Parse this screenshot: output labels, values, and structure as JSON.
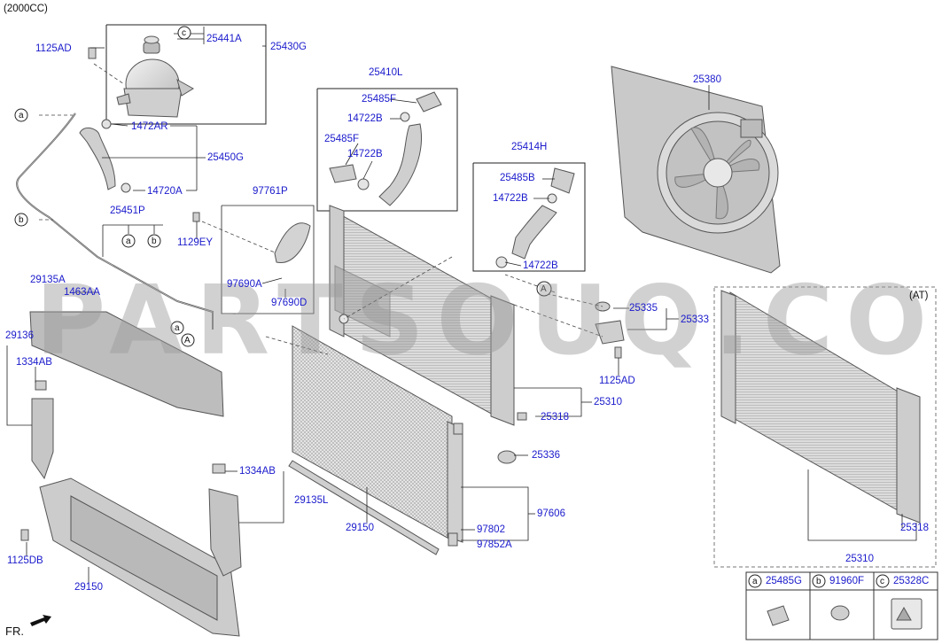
{
  "header": {
    "engine": "(2000CC)",
    "variant": "(AT)"
  },
  "watermark": "PARTSOUQ.COM",
  "footer": {
    "front": "FR."
  },
  "callouts": {
    "a": "a",
    "b": "b",
    "c": "c",
    "A": "A"
  },
  "labels": {
    "p1125AD_top": "1125AD",
    "p25441A": "25441A",
    "p25430G": "25430G",
    "p1472AR": "1472AR",
    "p25450G": "25450G",
    "p14720A": "14720A",
    "p25451P": "25451P",
    "p1129EY": "1129EY",
    "p97761P": "97761P",
    "p97690A": "97690A",
    "p97690D": "97690D",
    "p25410L": "25410L",
    "p25485F_1": "25485F",
    "p14722B_1": "14722B",
    "p25485F_2": "25485F",
    "p14722B_2": "14722B",
    "p25414H": "25414H",
    "p25485B": "25485B",
    "p14722B_3": "14722B",
    "p14722B_4": "14722B",
    "p25380": "25380",
    "p29135A": "29135A",
    "p1463AA": "1463AA",
    "p29136": "29136",
    "p1334AB_1": "1334AB",
    "p25335": "25335",
    "p25333": "25333",
    "p1125AD_mid": "1125AD",
    "p25310_mid": "25310",
    "p25318_mid": "25318",
    "p25336": "25336",
    "p1334AB_2": "1334AB",
    "p29135L": "29135L",
    "p29150_mid": "29150",
    "p97606": "97606",
    "p97802": "97802",
    "p97852A": "97852A",
    "p1125DB": "1125DB",
    "p29150_low": "29150",
    "p25318_right": "25318",
    "p25310_right": "25310"
  },
  "legend": [
    {
      "key": "a",
      "part": "25485G"
    },
    {
      "key": "b",
      "part": "91960F"
    },
    {
      "key": "c",
      "part": "25328C"
    }
  ],
  "colors": {
    "label": "#1a1acc",
    "line": "#222222",
    "part_fill": "#d8d8d8",
    "part_stroke": "#555555"
  }
}
